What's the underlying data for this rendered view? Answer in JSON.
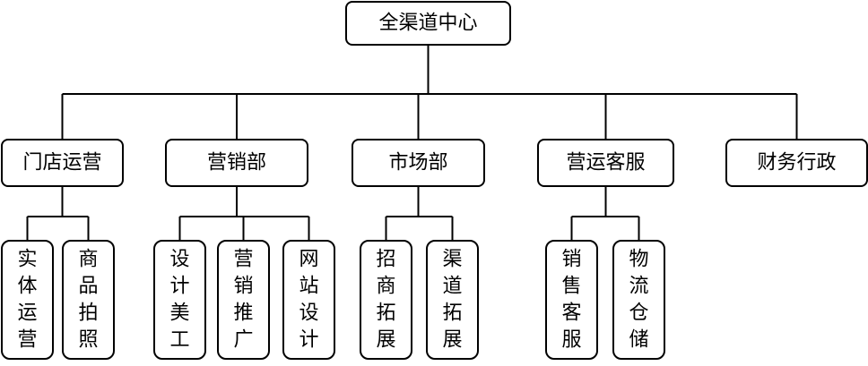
{
  "root": {
    "label": "全渠道中心"
  },
  "departments": [
    {
      "label": "门店运营",
      "children": [
        "实体运营",
        "商品拍照"
      ]
    },
    {
      "label": "营销部",
      "children": [
        "设计美工",
        "营销推广",
        "网站设计"
      ]
    },
    {
      "label": "市场部",
      "children": [
        "招商拓展",
        "渠道拓展"
      ]
    },
    {
      "label": "营运客服",
      "children": [
        "销售客服",
        "物流仓储"
      ]
    },
    {
      "label": "财务行政",
      "children": []
    }
  ]
}
